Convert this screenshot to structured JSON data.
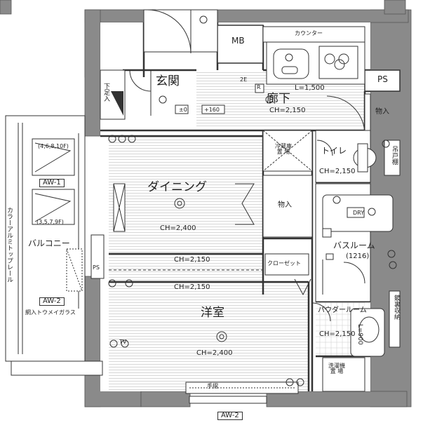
{
  "rooms": {
    "genkan": "玄関",
    "roka": "廊下",
    "roka_ch": "CH=2,150",
    "dining": "ダイニング",
    "dining_ch": "CH=2,400",
    "yoshitsu": "洋室",
    "yoshitsu_ch": "CH=2,400",
    "toilet": "トイレ",
    "toilet_ch": "CH=2,150",
    "bath": "バスルーム",
    "bath_size": "(1216)",
    "powder": "パウダールーム",
    "powder_ch": "CH=2,150",
    "balcony": "バルコニー",
    "mb": "MB",
    "ps_top": "PS",
    "ps_left": "PS",
    "counter": "カウンター",
    "storage_1": "物入",
    "storage_2": "物入",
    "closet": "クローゼット",
    "fridge": "冷蔵庫\n置 場",
    "laundry": "洗濯機\n置 場",
    "shoe": "下足入",
    "hanging": "吊戸棚",
    "mirror": "鏡裏収納",
    "tesuri": "手摺",
    "beam_ch_1": "CH=2,150",
    "beam_ch_2": "CH=2,150",
    "level_zero": "±0",
    "level_160": "+160",
    "l1500": "L=1,500",
    "l900": "L=900"
  },
  "windows": {
    "aw1": "AW-1",
    "aw2_left": "AW-2",
    "aw2_bottom": "AW-2",
    "floors_a": "(4,6,8,10F)",
    "floors_b": "(3,5,7,9F)",
    "glass": "網入トウメイガラス",
    "rail": "カラーアルミトップレール"
  },
  "symbols": {
    "dr": "DRY",
    "r": "R",
    "tv": "TV",
    "twoe": "2E"
  }
}
